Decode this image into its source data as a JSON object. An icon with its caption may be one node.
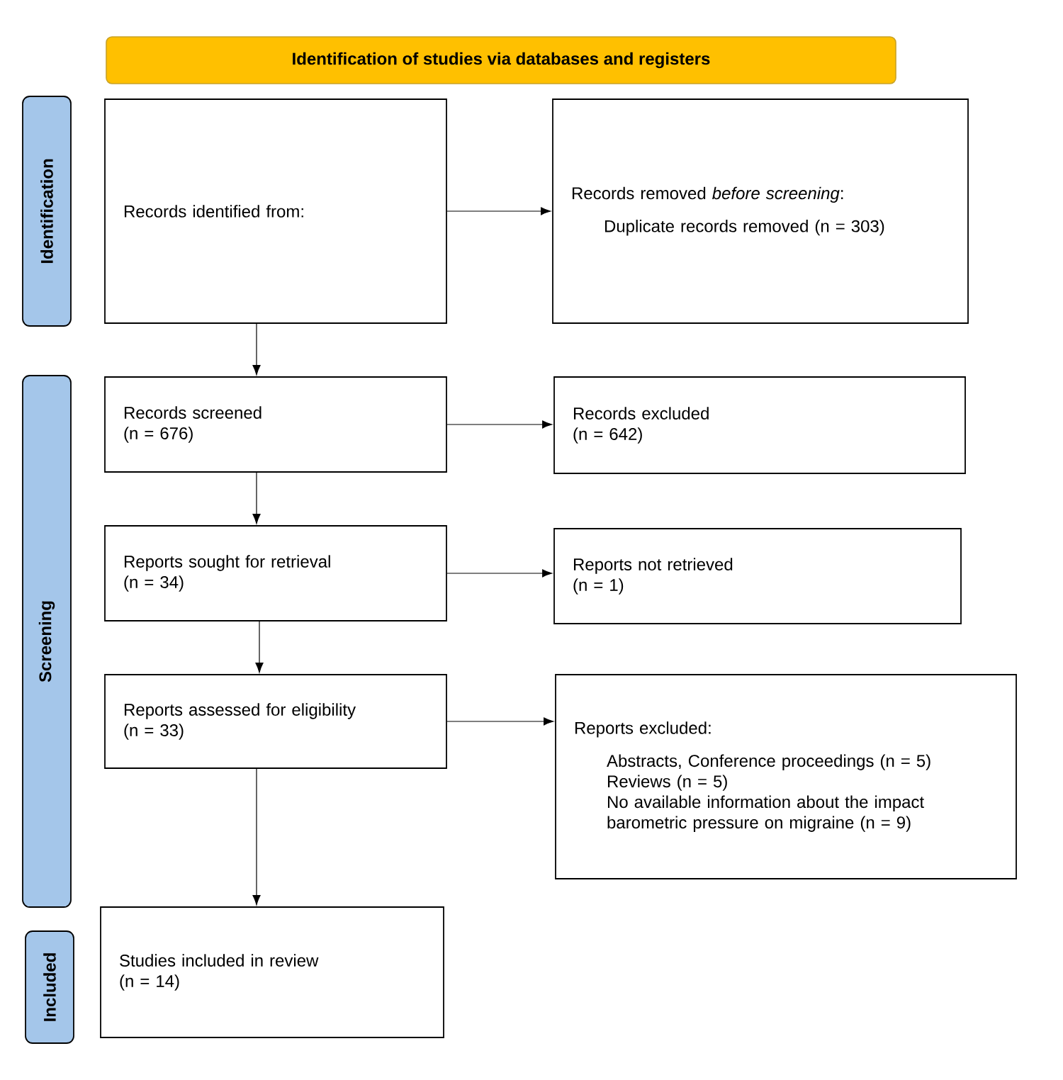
{
  "diagram": {
    "nodes": [
      {
        "text": [
          "Identification of studies via databases and registers"
        ]
      },
      {
        "text": [
          "Identification"
        ]
      },
      {
        "text": [
          "Screening"
        ]
      },
      {
        "text": [
          "Included"
        ]
      },
      {
        "text": [
          "Records identified from:"
        ]
      },
      {
        "text": [
          "Records removed *before screening*:",
          "Duplicate records removed  (n = 303)"
        ]
      },
      {
        "text": [
          "Records screened",
          "(n = 676)"
        ]
      },
      {
        "text": [
          "Records excluded",
          "(n = 642)"
        ]
      },
      {
        "text": [
          "Reports sought for retrieval",
          "(n = 34)"
        ]
      },
      {
        "text": [
          "Reports not retrieved",
          "(n = 1)"
        ]
      },
      {
        "text": [
          "Reports assessed for eligibility",
          "(n = 33)"
        ]
      },
      {
        "text": [
          "Reports excluded:",
          "Abstracts, Conference proceedings (n = 5)",
          "Reviews (n = 5)",
          "No available information about the impact barometric pressure on migraine (n = 9)"
        ]
      },
      {
        "text": [
          "Studies included in review",
          "(n = 14)"
        ]
      }
    ],
    "edges": [
      {
        "from": 4,
        "to": 5,
        "arrow": "to"
      },
      {
        "from": 4,
        "to": 6,
        "arrow": "to"
      },
      {
        "from": 6,
        "to": 7,
        "arrow": "to"
      },
      {
        "from": 6,
        "to": 8,
        "arrow": "to"
      },
      {
        "from": 8,
        "to": 9,
        "arrow": "to"
      },
      {
        "from": 8,
        "to": 10,
        "arrow": "to"
      },
      {
        "from": 10,
        "to": 11,
        "arrow": "to"
      },
      {
        "from": 10,
        "to": 12,
        "arrow": "to"
      }
    ]
  }
}
